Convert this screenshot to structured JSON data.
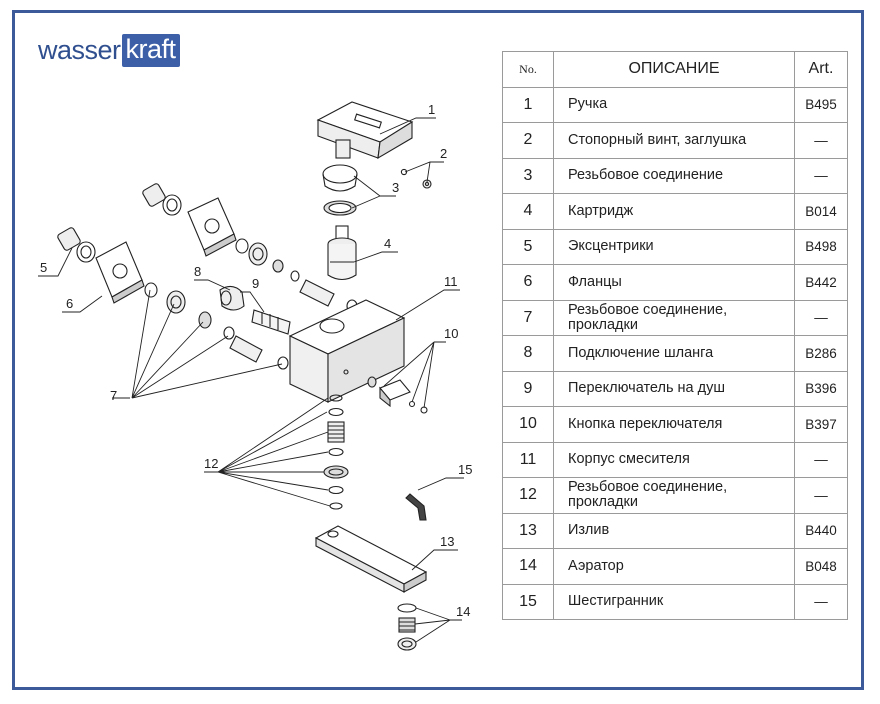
{
  "brand": {
    "prefix": "wasser",
    "highlight": "kraft"
  },
  "table": {
    "headers": {
      "no": "No.",
      "description": "ОПИСАНИЕ",
      "art": "Art."
    },
    "rows": [
      {
        "no": "1",
        "description": "Ручка",
        "art": "B495"
      },
      {
        "no": "2",
        "description": "Стопорный винт, заглушка",
        "art": "—"
      },
      {
        "no": "3",
        "description": "Резьбовое соединение",
        "art": "—"
      },
      {
        "no": "4",
        "description": "Картридж",
        "art": "B014"
      },
      {
        "no": "5",
        "description": "Эксцентрики",
        "art": "B498"
      },
      {
        "no": "6",
        "description": "Фланцы",
        "art": "B442"
      },
      {
        "no": "7",
        "description": "Резьбовое соединение, прокладки",
        "art": "—"
      },
      {
        "no": "8",
        "description": "Подключение шланга",
        "art": "B286"
      },
      {
        "no": "9",
        "description": "Переключатель на душ",
        "art": "B396"
      },
      {
        "no": "10",
        "description": "Кнопка переключателя",
        "art": "B397"
      },
      {
        "no": "11",
        "description": "Корпус смесителя",
        "art": "—"
      },
      {
        "no": "12",
        "description": "Резьбовое соединение, прокладки",
        "art": "—"
      },
      {
        "no": "13",
        "description": "Излив",
        "art": "B440"
      },
      {
        "no": "14",
        "description": "Аэратор",
        "art": "B048"
      },
      {
        "no": "15",
        "description": "Шестигранник",
        "art": "—"
      }
    ]
  },
  "callouts": [
    "1",
    "2",
    "3",
    "4",
    "5",
    "6",
    "7",
    "8",
    "9",
    "10",
    "11",
    "12",
    "13",
    "14",
    "15"
  ]
}
